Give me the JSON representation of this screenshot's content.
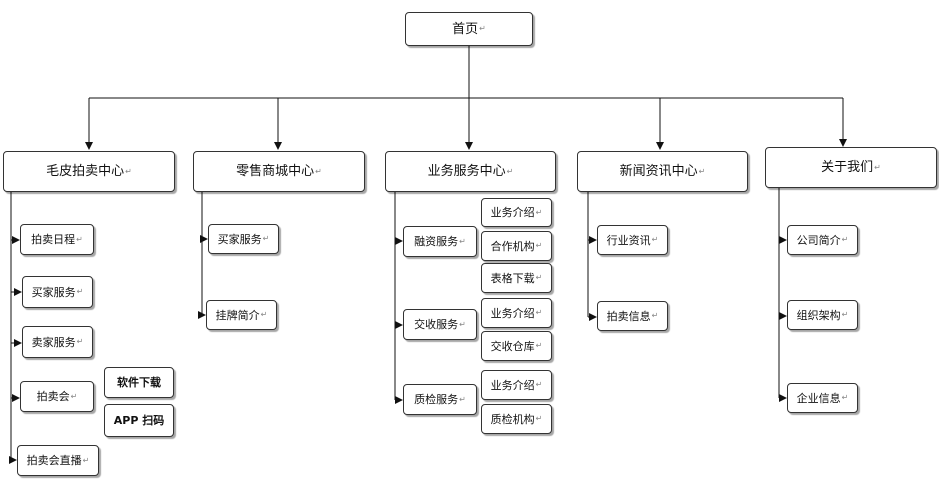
{
  "mark": "↵",
  "root": {
    "label": "首页"
  },
  "sections": [
    {
      "label": "毛皮拍卖中心",
      "items": [
        {
          "label": "拍卖日程"
        },
        {
          "label": "买家服务"
        },
        {
          "label": "卖家服务"
        },
        {
          "label": "拍卖会",
          "children": [
            {
              "label": "软件下载"
            },
            {
              "label": "APP 扫码"
            }
          ]
        },
        {
          "label": "拍卖会直播"
        }
      ]
    },
    {
      "label": "零售商城中心",
      "items": [
        {
          "label": "买家服务"
        },
        {
          "label": "挂牌简介"
        }
      ]
    },
    {
      "label": "业务服务中心",
      "items": [
        {
          "label": "融资服务",
          "children": [
            {
              "label": "业务介绍"
            },
            {
              "label": "合作机构"
            },
            {
              "label": "表格下载"
            }
          ]
        },
        {
          "label": "交收服务",
          "children": [
            {
              "label": "业务介绍"
            },
            {
              "label": "交收仓库"
            }
          ]
        },
        {
          "label": "质检服务",
          "children": [
            {
              "label": "业务介绍"
            },
            {
              "label": "质检机构"
            }
          ]
        }
      ]
    },
    {
      "label": "新闻资讯中心",
      "items": [
        {
          "label": "行业资讯"
        },
        {
          "label": "拍卖信息"
        }
      ]
    },
    {
      "label": "关于我们",
      "items": [
        {
          "label": "公司简介"
        },
        {
          "label": "组织架构"
        },
        {
          "label": "企业信息"
        }
      ]
    }
  ]
}
